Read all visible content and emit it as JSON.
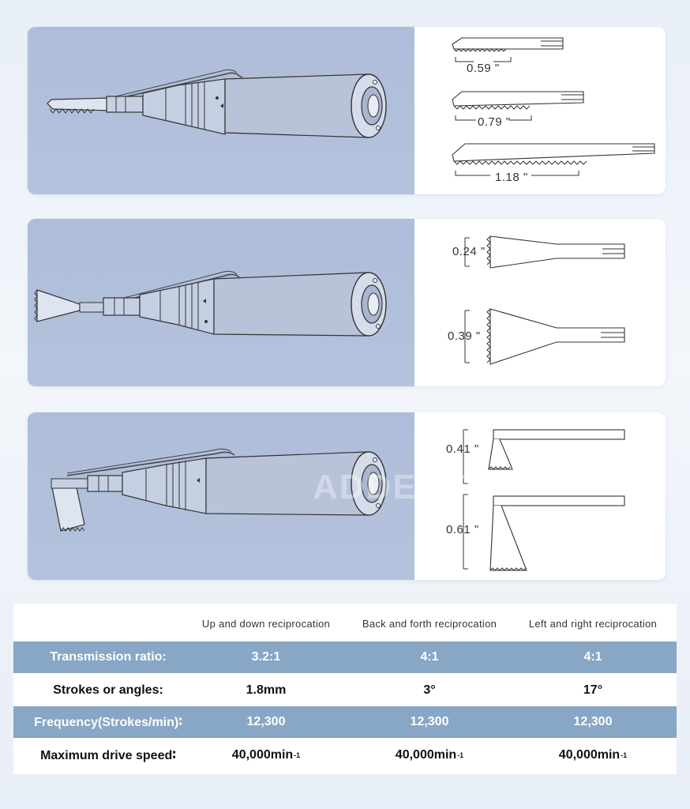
{
  "panels": [
    {
      "dims": [
        "0.59 \"",
        "0.79 \"",
        "1.18 \""
      ]
    },
    {
      "dims": [
        "0.24 \"",
        "0.39 \""
      ]
    },
    {
      "dims": [
        "0.41 \"",
        "0.61 \""
      ]
    }
  ],
  "watermark": {
    "text": "ADDENT",
    "mark": "®"
  },
  "spec": {
    "headers": [
      "Up and down reciprocation",
      "Back and forth reciprocation",
      "Left and right reciprocation"
    ],
    "rows": [
      {
        "label": "Transmission ratio:",
        "values": [
          "3.2:1",
          "4:1",
          "4:1"
        ]
      },
      {
        "label": "Strokes or angles:",
        "values": [
          "1.8mm",
          "3°",
          "17°"
        ]
      },
      {
        "label": "Frequency(Strokes/min)∶",
        "values": [
          "12,300",
          "12,300",
          "12,300"
        ]
      },
      {
        "label": "Maximum drive speed∶",
        "values": [
          "40,000min",
          "40,000min",
          "40,000min"
        ],
        "sup": "-1"
      }
    ]
  },
  "colors": {
    "panel_bg": "#aebdd9",
    "row_blue": "#88a6c5"
  }
}
